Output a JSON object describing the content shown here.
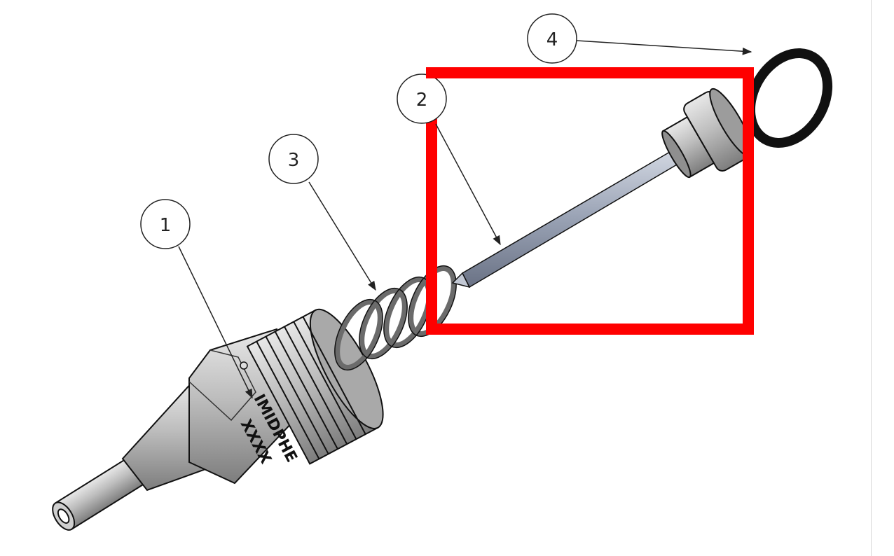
{
  "balloons": [
    {
      "id": "1",
      "label": "1"
    },
    {
      "id": "2",
      "label": "2"
    },
    {
      "id": "3",
      "label": "3"
    },
    {
      "id": "4",
      "label": "4"
    }
  ],
  "parts": {
    "nozzle_body": {
      "marking_line1": "IMIDPHE",
      "marking_line2": "XXXX"
    }
  },
  "highlight": {
    "color": "#ff0000"
  },
  "colors": {
    "metal": "#b9b9b9",
    "metal_dark": "#7a7a7a",
    "pin": "#9aa3b5",
    "oring": "#111111",
    "leader": "#222222"
  }
}
